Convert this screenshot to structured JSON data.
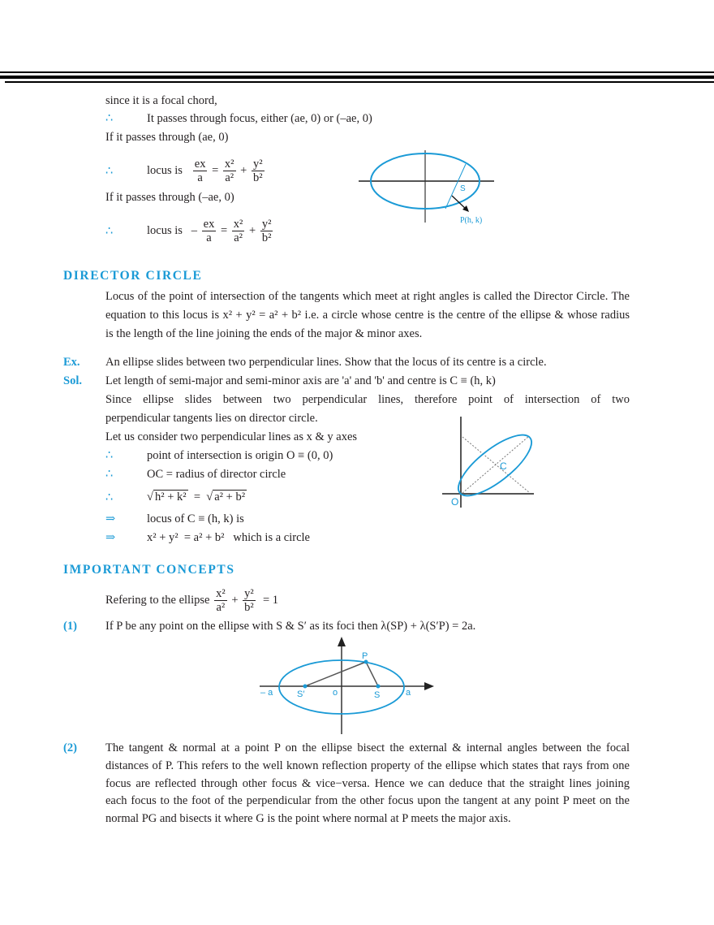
{
  "colors": {
    "accent": "#1a9ad6",
    "text": "#231f20"
  },
  "focal": {
    "line1": "since it is a focal chord,",
    "therefore": "∴",
    "line2": "It passes through focus, either (ae, 0) or (–ae, 0)",
    "line3": "If it passes through (ae, 0)",
    "locus_is": "locus is",
    "eq1": {
      "n1": "ex",
      "d1": "a",
      "eq": "=",
      "n2": "x²",
      "d2": "a²",
      "plus": "+",
      "n3": "y²",
      "d3": "b²"
    },
    "line4": "If it passes through (–ae, 0)",
    "eq2": {
      "neg": "–",
      "n1": "ex",
      "d1": "a",
      "eq": "=",
      "n2": "x²",
      "d2": "a²",
      "plus": "+",
      "n3": "y²",
      "d3": "b²"
    },
    "diagram": {
      "s_label": "S",
      "p_label": "P(h, k)"
    }
  },
  "director": {
    "heading": "DIRECTOR CIRCLE",
    "para": [
      "Locus of the point of intersection of the tangents which meet at right angles is called the Director Circle. The",
      "equation to this locus is x² + y² = a² + b² i.e. a circle whose centre is the centre of the ellipse & whose radius",
      "is the length of the line joining the ends of the major & minor axes."
    ],
    "ex_label": "Ex.",
    "ex_text": "An ellipse slides between two perpendicular lines. Show that the locus of its centre is a circle.",
    "sol_label": "Sol.",
    "sol_lines": [
      "Let length of semi-major and semi-minor axis are 'a' and 'b' and centre is C ≡ (h, k)",
      "Since ellipse slides between two perpendicular lines, therefore point of intersection of two",
      "perpendicular tangents lies on director circle.",
      "Let us consider two perpendicular lines as x & y axes"
    ],
    "steps": [
      {
        "sym": "∴",
        "text": "point of intersection is origin O ≡ (0, 0)"
      },
      {
        "sym": "∴",
        "text": "OC = radius of director circle"
      },
      {
        "sym": "∴",
        "lhs": "h² + k²",
        "eq": "=",
        "rhs": "a² + b²"
      },
      {
        "sym": "⇒",
        "text": "locus of C ≡ (h, k) is"
      },
      {
        "sym": "⇒",
        "text": "x² + y²  = a² + b²   which is a circle"
      }
    ],
    "diagram": {
      "o_label": "O",
      "c_label": "C"
    }
  },
  "concepts": {
    "heading": "IMPORTANT CONCEPTS",
    "intro": "Refering to the ellipse",
    "intro_eq": {
      "n1": "x²",
      "d1": "a²",
      "plus": "+",
      "n2": "y²",
      "d2": "b²",
      "rhs": "= 1"
    },
    "c1_label": "(1)",
    "c1_text": "If P be any point on the ellipse with S & S′ as its foci then  λ(SP) +  λ(S′P) = 2a.",
    "diagram": {
      "neg_a": "– a",
      "s_prime": "S′",
      "o": "o",
      "s": "S",
      "a": "a",
      "p": "P"
    },
    "c2_label": "(2)",
    "c2_lines": [
      "The tangent & normal at a point P on the ellipse bisect the external & internal angles between the focal",
      "distances of P. This refers to the well known reflection property of the ellipse which states that rays from one",
      "focus are reflected through other focus & vice−versa. Hence we can deduce that the straight lines joining",
      "each focus to the foot of the perpendicular from the other focus upon the tangent at any point P meet on the",
      "normal PG and bisects it where G is the point where normal at P meets the major axis."
    ]
  }
}
